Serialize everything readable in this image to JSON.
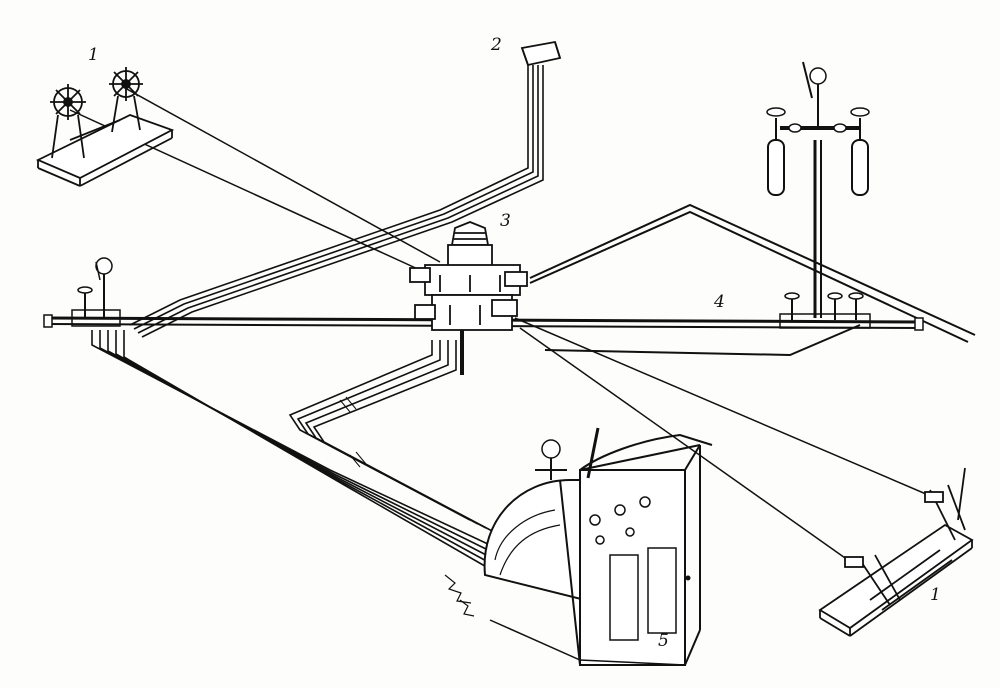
{
  "labels": {
    "winch_left": "1",
    "control_box": "2",
    "wellhead_preventer": "3",
    "manifold_line": "4",
    "hydraulic_unit": "5",
    "winch_right": "1"
  },
  "colors": {
    "ink": "#111111",
    "paper": "#fdfdfb"
  }
}
